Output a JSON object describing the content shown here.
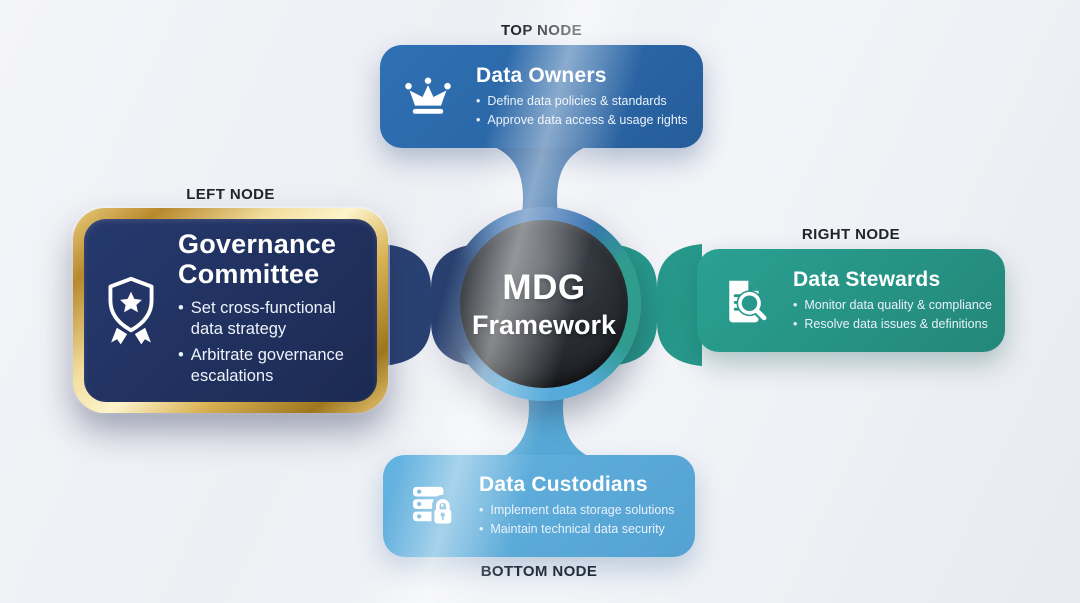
{
  "center": {
    "line1": "MDG",
    "line2": "Framework"
  },
  "nodes": {
    "top": {
      "label": "TOP NODE",
      "title": "Data Owners",
      "icon": "crown-icon",
      "color": "#2b67a5",
      "bullets": [
        "Define data policies & standards",
        "Approve data access & usage rights"
      ]
    },
    "left": {
      "label": "LEFT NODE",
      "title": "Governance Committee",
      "icon": "shield-award-icon",
      "color": "#20305e",
      "border_color": "#d4ab4a",
      "bullets": [
        "Set cross-functional data strategy",
        "Arbitrate governance escalations"
      ]
    },
    "right": {
      "label": "RIGHT NODE",
      "title": "Data Stewards",
      "icon": "document-search-icon",
      "color": "#27988b",
      "bullets": [
        "Monitor data quality & compliance",
        "Resolve data issues & definitions"
      ]
    },
    "bottom": {
      "label": "BOTTOM NODE",
      "title": "Data Custodians",
      "icon": "server-lock-icon",
      "color": "#5dadda",
      "bullets": [
        "Implement data storage solutions",
        "Maintain technical data security"
      ]
    }
  },
  "connector_colors": {
    "top": "#2b67a5",
    "left": "#2a4273",
    "right": "#27988b",
    "bottom": "#58aad8"
  }
}
